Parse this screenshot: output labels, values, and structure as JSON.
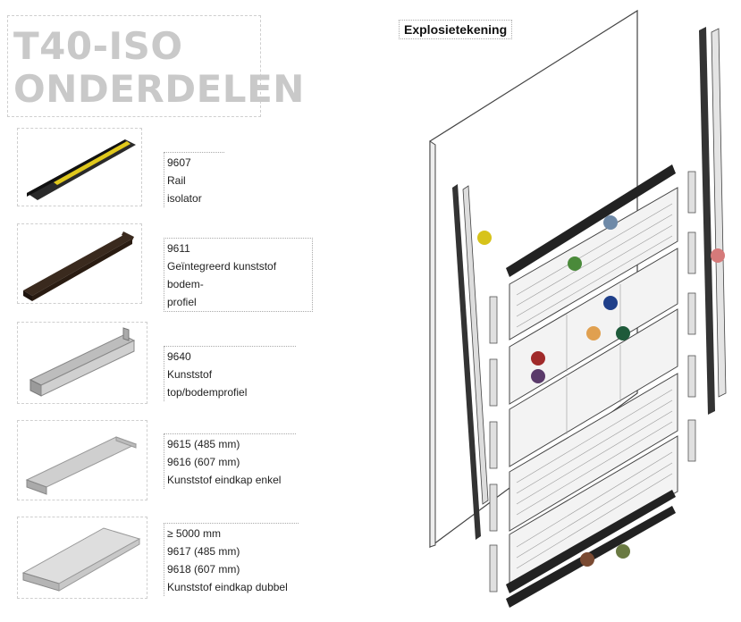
{
  "title": {
    "line1": "T40-ISO",
    "line2": "ONDERDELEN"
  },
  "explosion_title": "Explosietekening",
  "parts": [
    {
      "code": "9607",
      "description": "Rail isolator",
      "dot_color": "#d7c31a"
    },
    {
      "code": "9611",
      "description_line1": "Geïntegreerd kunststof bodem-",
      "description_line2": "profiel",
      "dot_color": "#5a3a2a"
    },
    {
      "code": "9640",
      "description": "Kunststof top/bodemprofiel",
      "dot_color": "#4a7a3a"
    },
    {
      "code_a": "9615 (485 mm)",
      "code_b": "9616 (607 mm)",
      "description": "Kunststof eindkap enkel",
      "dot_color": "#cf6e6e"
    },
    {
      "note": "≥ 5000 mm",
      "code_a": "9617 (485 mm)",
      "code_b": "9618 (607 mm)",
      "description": "Kunststof eindkap dubbel",
      "dot_color": "#cf6e6e"
    }
  ],
  "marker_colors": {
    "yellow": "#d7c31a",
    "steel_blue": "#6f8aa8",
    "green": "#4a8a3a",
    "navy": "#1f3f8a",
    "orange": "#e0a050",
    "dark_green": "#1e5a3a",
    "red": "#a02a2a",
    "purple": "#5a3a6a",
    "pink": "#d57a7a",
    "brown": "#7a4a32",
    "olive": "#6a7a42"
  }
}
